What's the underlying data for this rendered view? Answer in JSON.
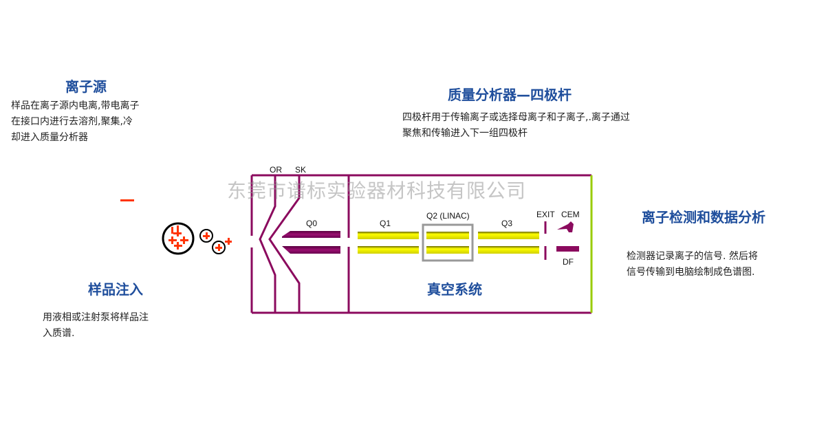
{
  "ion_source": {
    "title": "离子源",
    "lines": [
      "样品在离子源内电离,带电离子",
      "在接口内进行去溶剂,聚集,冷",
      "却进入质量分析器"
    ]
  },
  "sample_injection": {
    "title": "样品注入",
    "lines": [
      "用液相或注射泵将样品注",
      "入质谱."
    ]
  },
  "mass_analyzer": {
    "title": "质量分析器—四极杆",
    "lines": [
      "四极杆用于传输离子或选择母离子和子离子,.离子通过",
      "聚焦和传输进入下一组四极杆"
    ]
  },
  "detection": {
    "title": "离子检测和数据分析",
    "lines": [
      "检测器记录离子的信号. 然后将",
      "信号传输到电脑绘制成色谱图."
    ]
  },
  "vacuum": {
    "title": "真空系统"
  },
  "labels": {
    "or": "OR",
    "sk": "SK",
    "q0": "Q0",
    "q1": "Q1",
    "q2": "Q2 (LINAC)",
    "q3": "Q3",
    "exit": "EXIT",
    "cem": "CEM",
    "df": "DF"
  },
  "watermark": "东莞市谱标实验器材科技有限公司",
  "colors": {
    "title": "#1f4e9c",
    "frame": "#8b0a5e",
    "rod": "#e6e600",
    "ion": "#ff3300",
    "detector_wall": "#99cc00"
  }
}
